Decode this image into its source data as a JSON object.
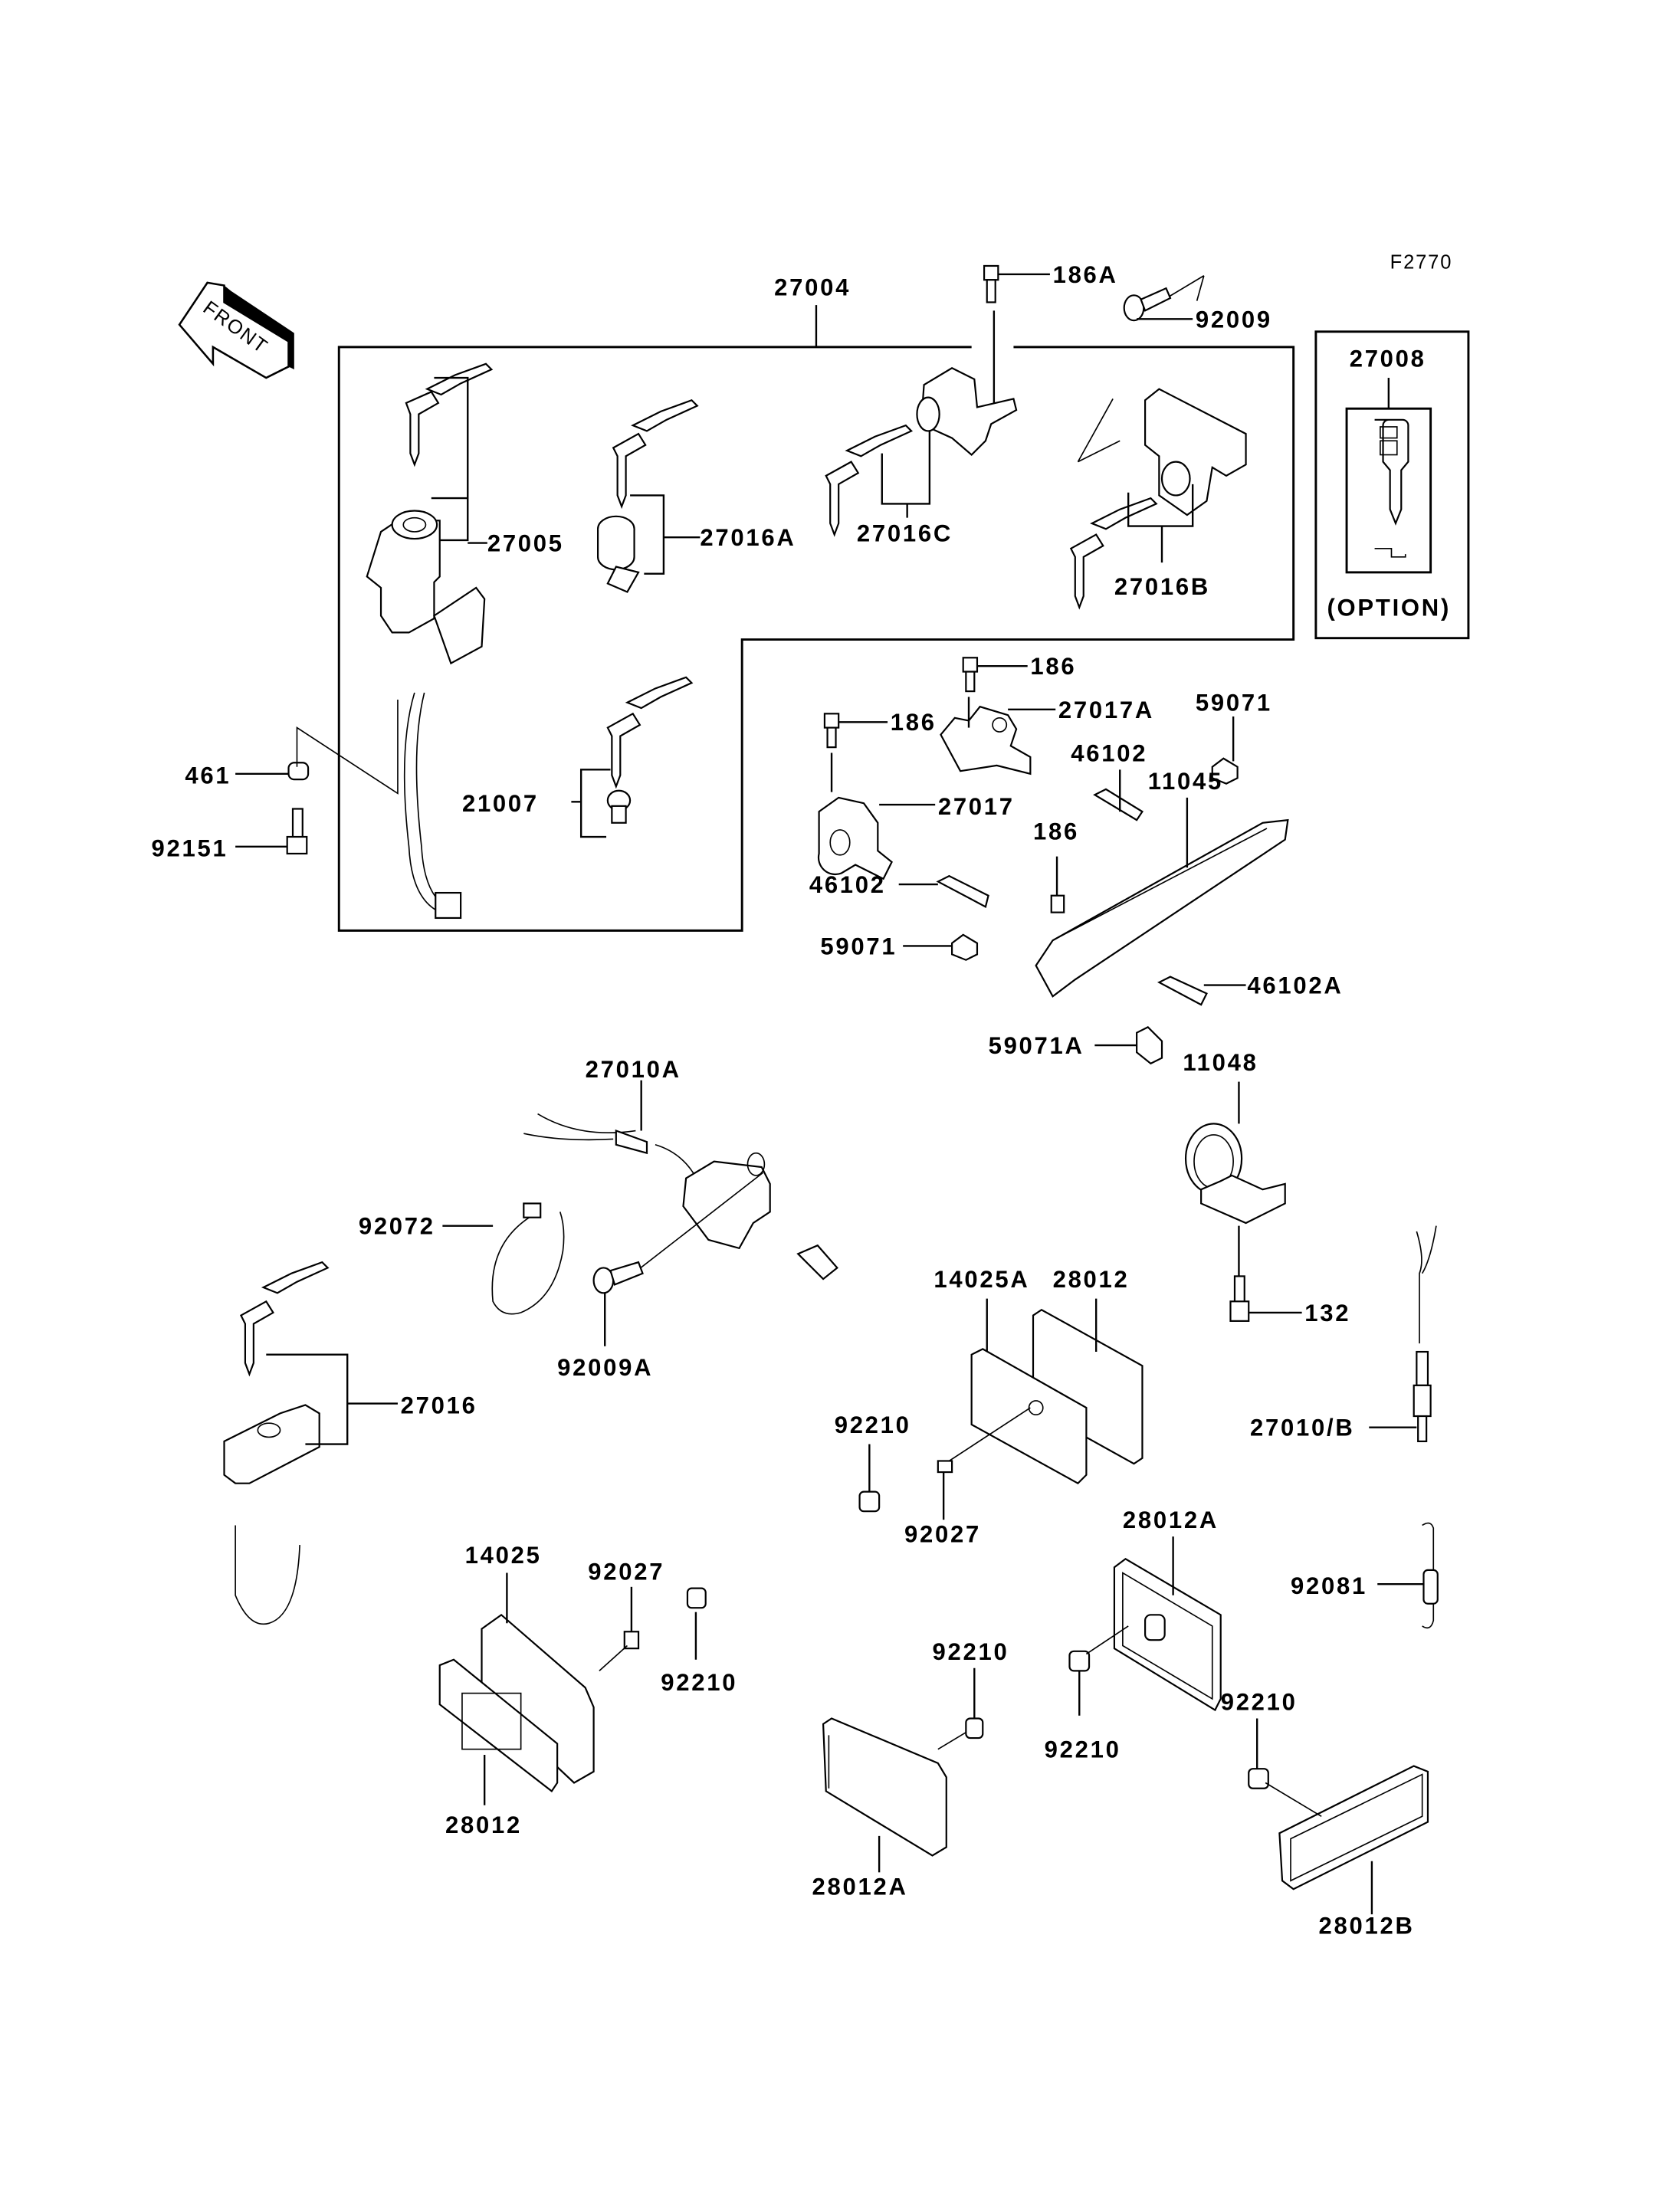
{
  "figure_code": "F2770",
  "front_arrow_label": "FRONT",
  "option_label": "(OPTION)",
  "parts": {
    "p27004": "27004",
    "p186A": "186A",
    "p92009": "92009",
    "p27008": "27008",
    "p27005": "27005",
    "p27016A": "27016A",
    "p27016C": "27016C",
    "p27016B": "27016B",
    "p461": "461",
    "p92151": "92151",
    "p21007": "21007",
    "p186a": "186",
    "p186b": "186",
    "p186c": "186",
    "p27017A": "27017A",
    "p27017": "27017",
    "p59071a": "59071",
    "p46102a": "46102",
    "p11045": "11045",
    "p46102b": "46102",
    "p59071b": "59071",
    "p46102A": "46102A",
    "p59071A": "59071A",
    "p11048": "11048",
    "p27010A": "27010A",
    "p92072": "92072",
    "p92009A": "92009A",
    "p132": "132",
    "p14025A": "14025A",
    "p28012a": "28012",
    "p27016": "27016",
    "p27010B": "27010/B",
    "p92210a": "92210",
    "p92027a": "92027",
    "p28012A_top": "28012A",
    "p92081": "92081",
    "p14025": "14025",
    "p92027b": "92027",
    "p92210b": "92210",
    "p92210c": "92210",
    "p92210d": "92210",
    "p92210e": "92210",
    "p28012b": "28012",
    "p28012A_bottom": "28012A",
    "p28012B": "28012B"
  }
}
